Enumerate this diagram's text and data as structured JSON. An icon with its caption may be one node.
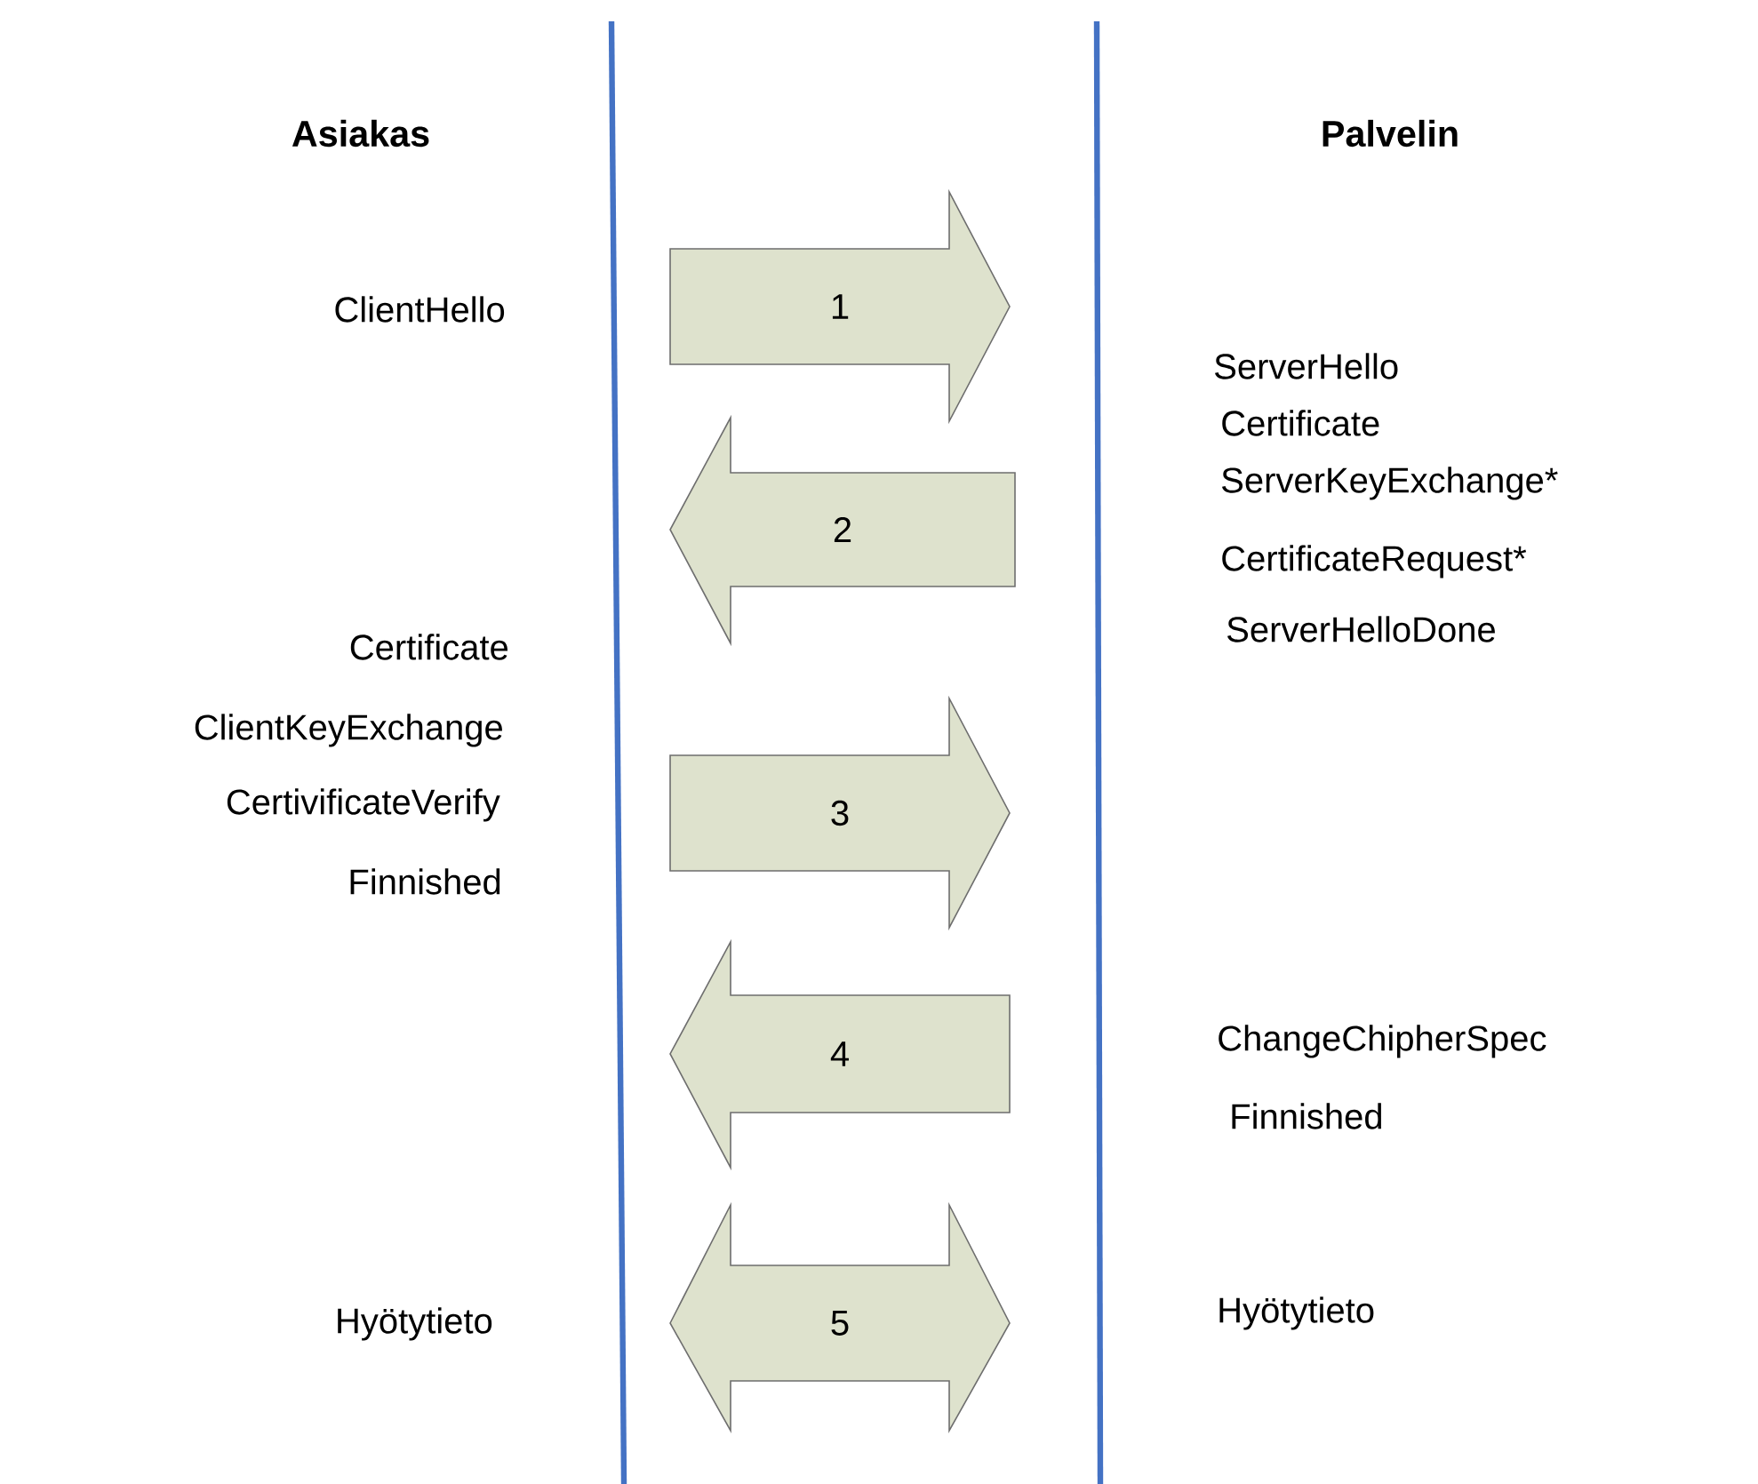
{
  "diagram": {
    "nodes": [
      {
        "text": [
          "1"
        ]
      },
      {
        "text": [
          "2"
        ]
      },
      {
        "text": [
          "3"
        ]
      },
      {
        "text": [
          "4"
        ]
      },
      {
        "text": [
          "5"
        ]
      }
    ],
    "labels": [
      "Asiakas",
      "Palvelin",
      "ClientHello",
      "ServerHello",
      "Certificate",
      "ServerKeyExchange*",
      "CertificateRequest*",
      "ServerHelloDone",
      "Certificate",
      "ClientKeyExchange",
      "CertivificateVerify",
      "Finnished",
      "ChangeChipherSpec",
      "Finnished",
      "Hyötytieto",
      "Hyötytieto"
    ]
  }
}
